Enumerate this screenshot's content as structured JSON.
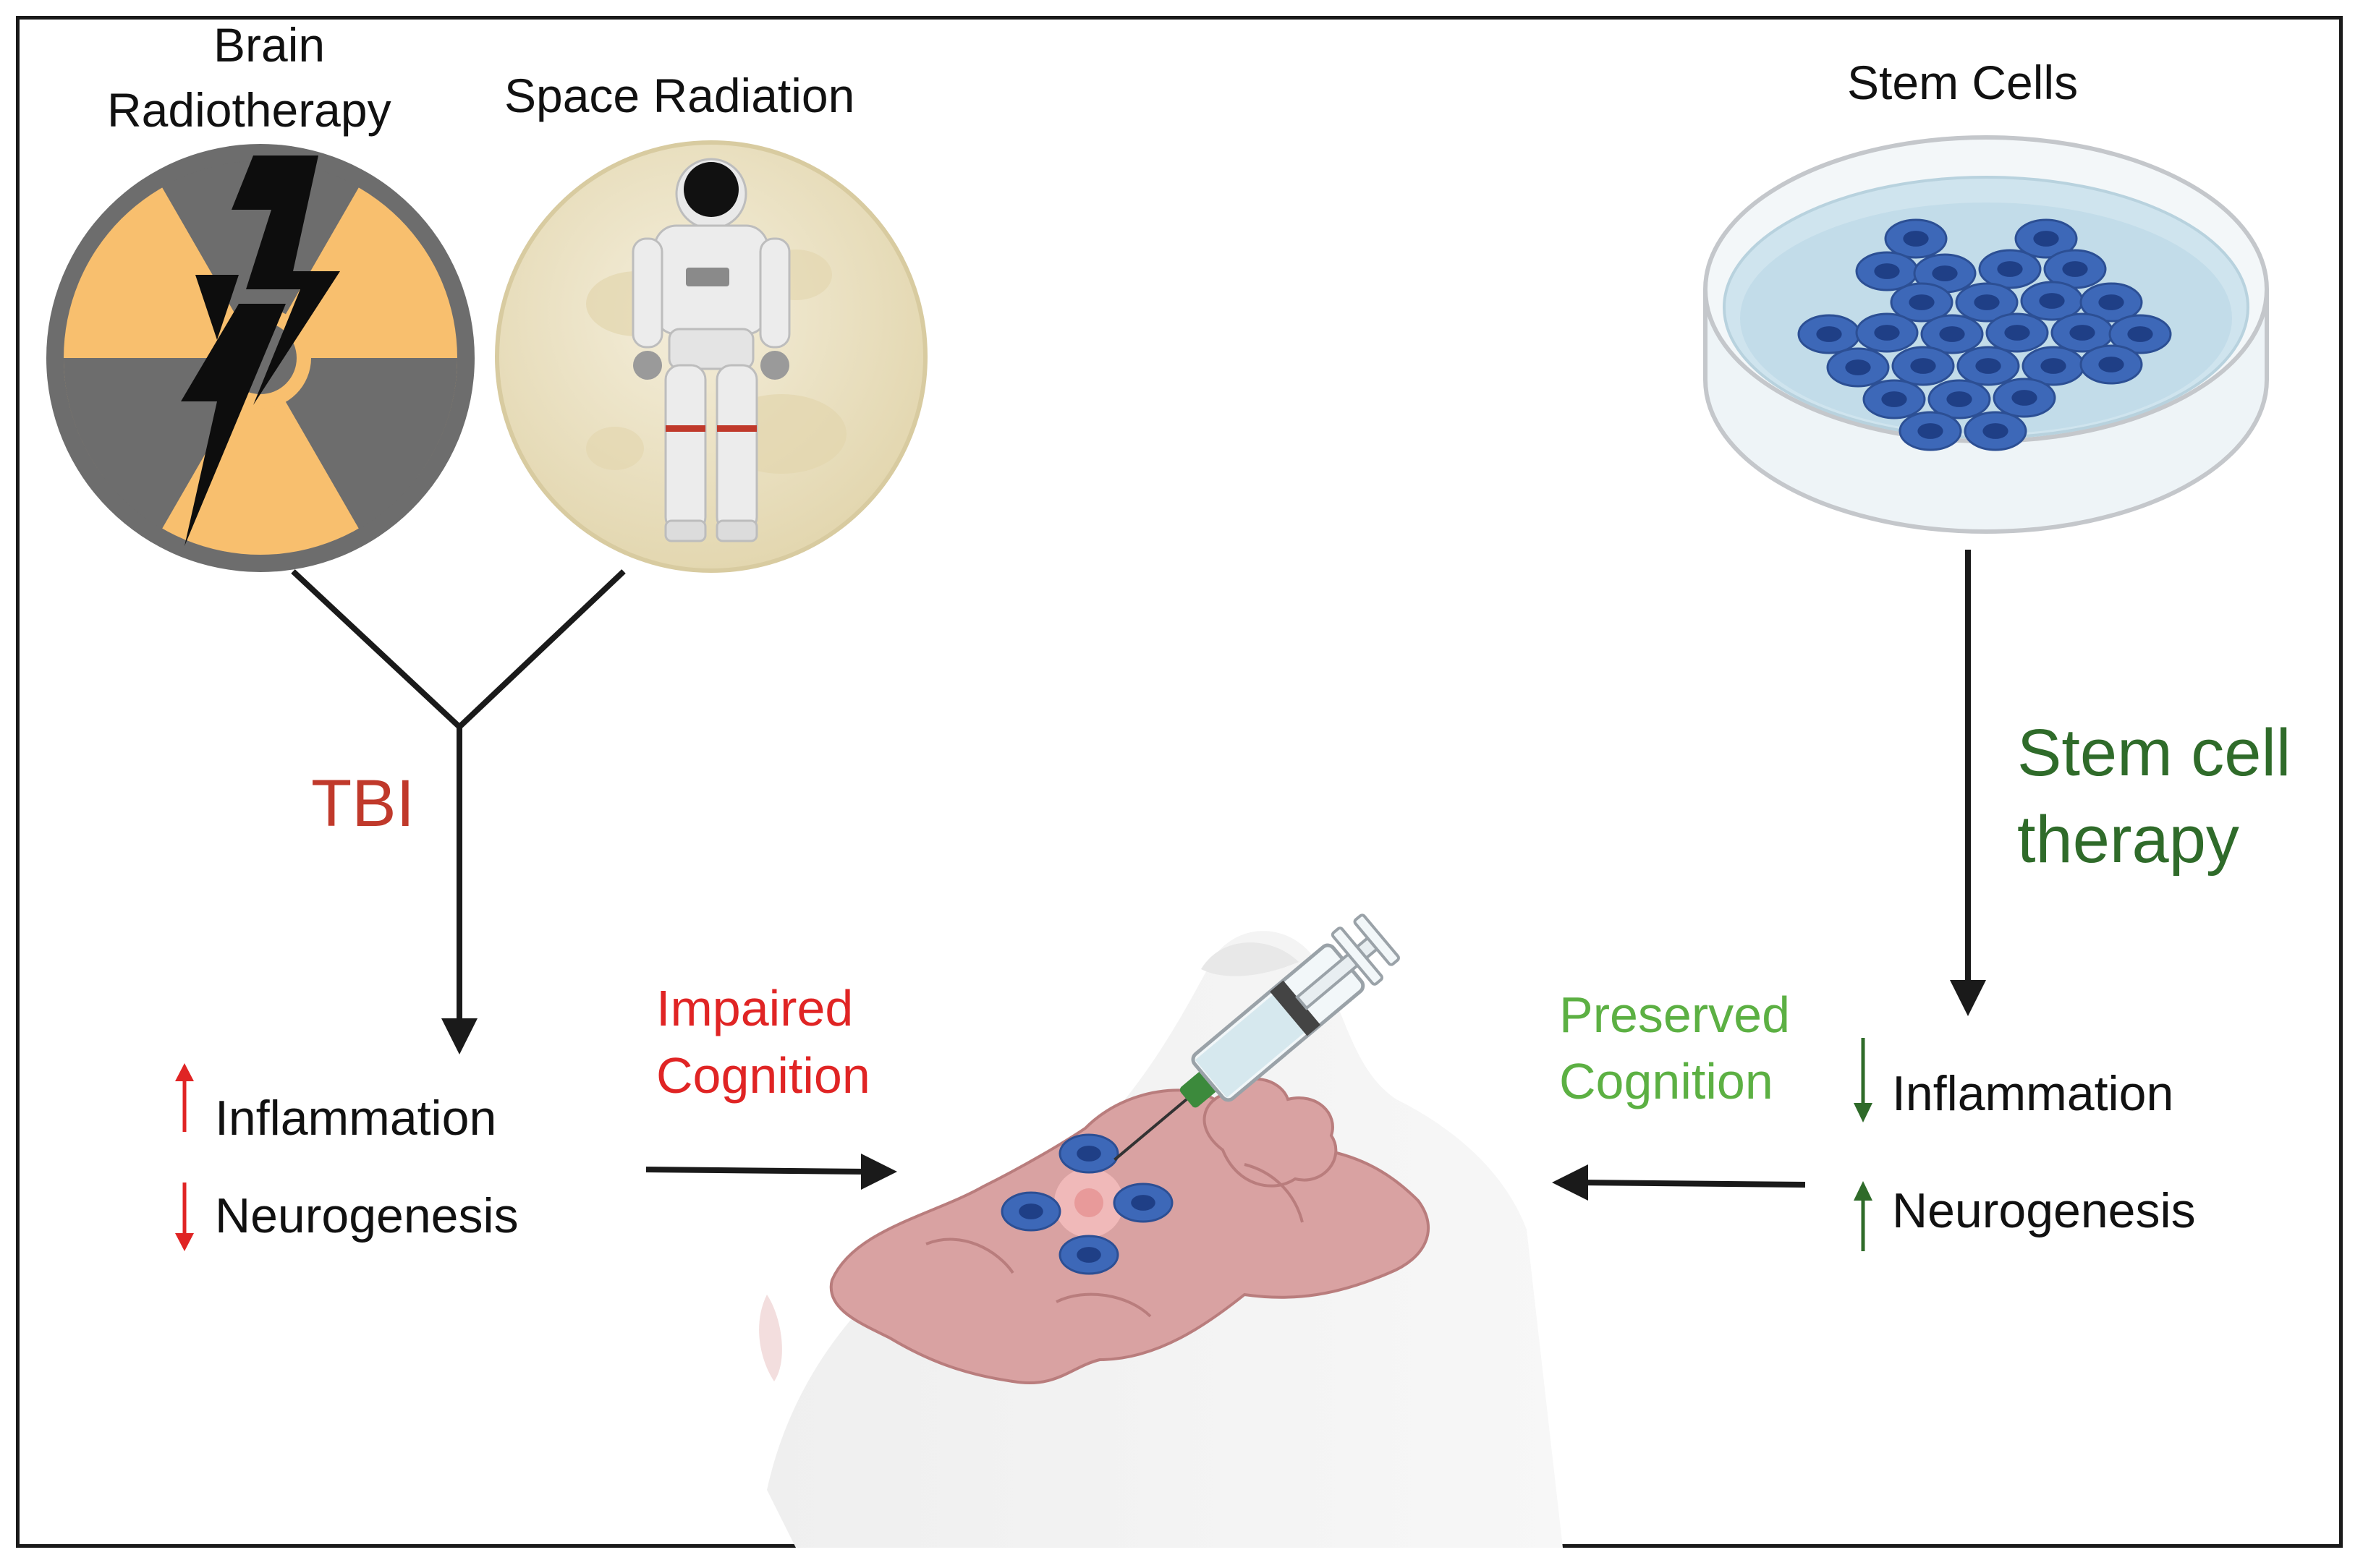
{
  "labels": {
    "brain_radiotherapy_line1": "Brain",
    "brain_radiotherapy_line2": "Radiotherapy",
    "space_radiation": "Space Radiation",
    "stem_cells": "Stem Cells",
    "tbi": "TBI",
    "stem_cell_therapy_line1": "Stem cell",
    "stem_cell_therapy_line2": "therapy",
    "impaired_line1": "Impaired",
    "impaired_line2": "Cognition",
    "preserved_line1": "Preserved",
    "preserved_line2": "Cognition",
    "left_inflammation": "Inflammation",
    "left_neurogenesis": "Neurogenesis",
    "right_inflammation": "Inflammation",
    "right_neurogenesis": "Neurogenesis"
  },
  "icons": {
    "radiation": "radiation-hazard-icon",
    "lightning": "lightning-bolt-icon",
    "astronaut": "astronaut-on-moon-icon",
    "petri_dish": "petri-dish-with-stem-cells-icon",
    "mouse_brain": "mouse-brain-injection-icon",
    "syringe": "syringe-icon"
  },
  "colors": {
    "red": "#e02424",
    "tbi_red": "#c0392b",
    "dark_green": "#2f6b2a",
    "light_green": "#5cb043",
    "radiation_orange": "#f8bf6e",
    "radiation_gray": "#6d6d6d",
    "moon": "#ece3c3",
    "cell_blue": "#3d68b8",
    "brain_pink": "#d9a2a2"
  }
}
